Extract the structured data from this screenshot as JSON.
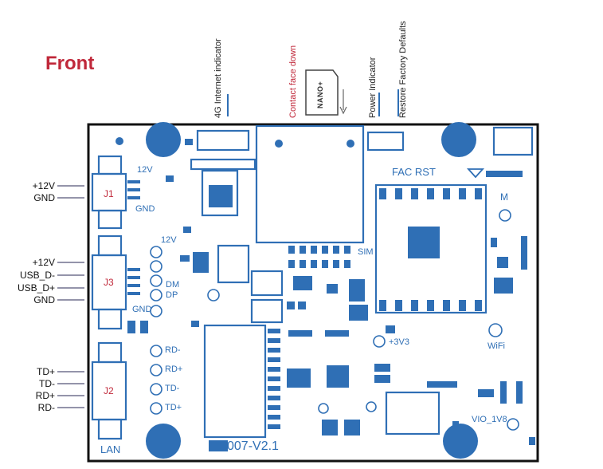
{
  "title": "Front",
  "top_labels": {
    "internet": "4G Internet indicator",
    "contact": "Contact face down",
    "power": "Power Indicator",
    "restore": "Restore Factory Defaults"
  },
  "sim_card_label": "NANO+",
  "left_pins": {
    "j1": [
      "+12V",
      "GND"
    ],
    "j3": [
      "+12V",
      "USB_D-",
      "USB_D+",
      "GND"
    ],
    "j2": [
      "TD+",
      "TD-",
      "RD+",
      "RD-"
    ]
  },
  "connectors": {
    "j1": "J1",
    "j3": "J3",
    "j2": "J2"
  },
  "board_text": {
    "j1_12v": "12V",
    "j1_gnd": "GND",
    "j3_12v": "12V",
    "dm": "DM",
    "dp": "DP",
    "j3_gnd": "GND",
    "rd_minus": "RD-",
    "rd_plus": "RD+",
    "td_minus": "TD-",
    "td_plus": "TD+",
    "lan": "LAN",
    "version": "007-V2.1",
    "fac_rst": "FAC RST",
    "m": "M",
    "sim": "SIM",
    "v33": "+3V3",
    "wifi": "WiFi",
    "vio": "VIO_1V8"
  },
  "colors": {
    "board_blue": "#2f6fb5",
    "accent_red": "#c0283a",
    "outline": "#111111"
  }
}
